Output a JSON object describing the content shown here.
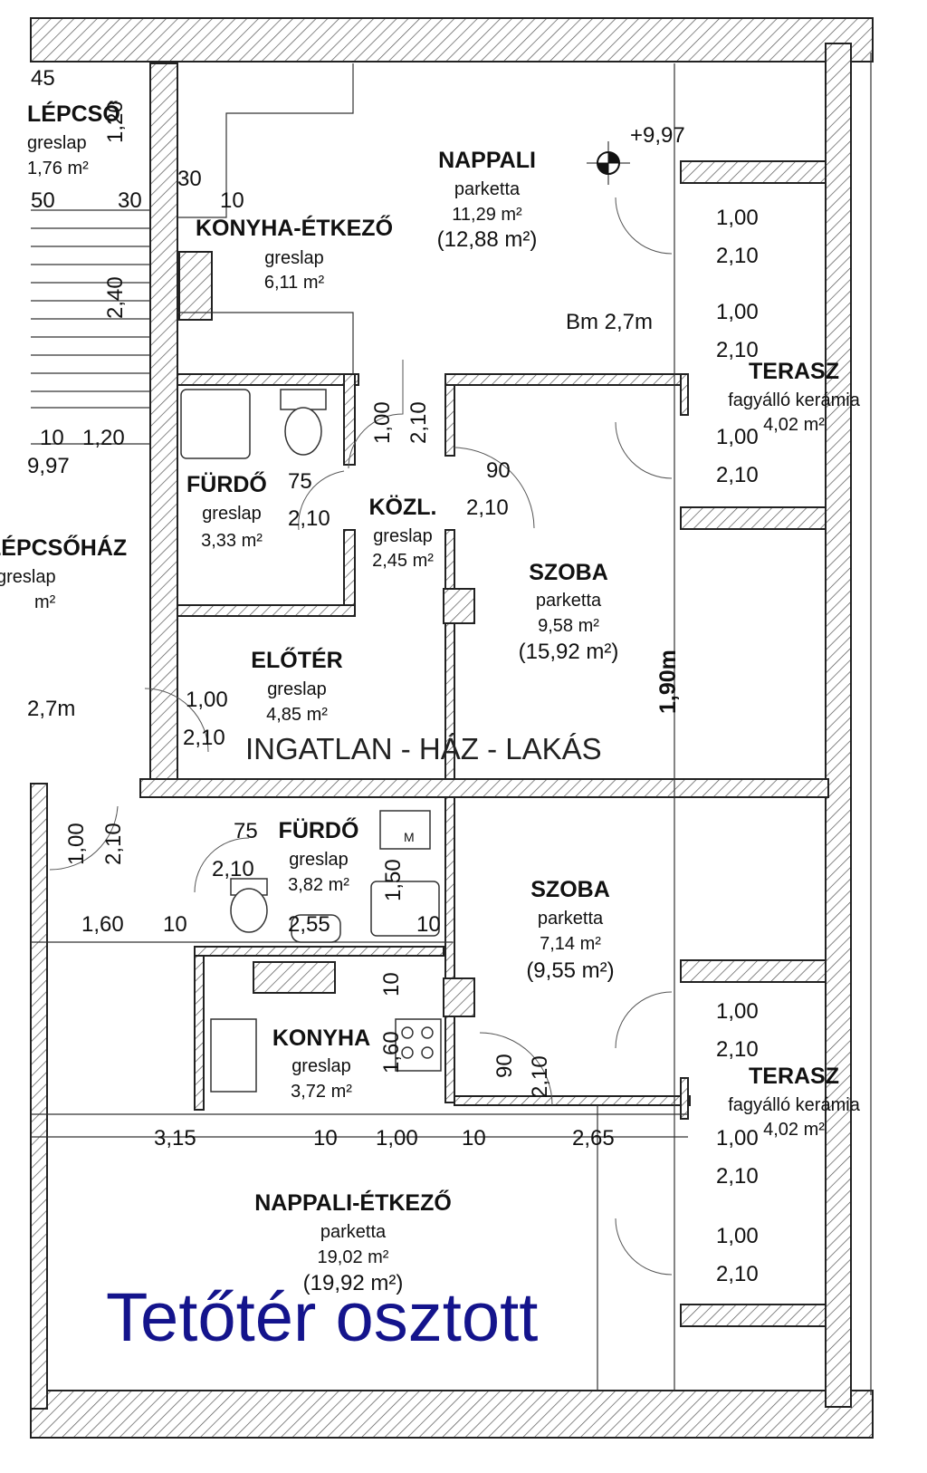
{
  "rooms": {
    "lepcso": {
      "name": "LÉPCSŐ",
      "material": "greslap",
      "area": "1,76 m²",
      "dim_a": "45"
    },
    "nappali": {
      "name": "NAPPALI",
      "material": "parketta",
      "area": "11,29 m²",
      "total": "(12,88 m²)"
    },
    "konyha_etkezo": {
      "name": "KONYHA-ÉTKEZŐ",
      "material": "greslap",
      "area": "6,11 m²"
    },
    "furdo1": {
      "name": "FÜRDŐ",
      "material": "greslap",
      "area": "3,33 m²"
    },
    "kozl": {
      "name": "KÖZL.",
      "material": "greslap",
      "area": "2,45 m²"
    },
    "szoba1": {
      "name": "SZOBA",
      "material": "parketta",
      "area": "9,58 m²",
      "total": "(15,92 m²)"
    },
    "lepcsohaz": {
      "name": "LÉPCSŐHÁZ",
      "material": "greslap",
      "area": "m²"
    },
    "eloter": {
      "name": "ELŐTÉR",
      "material": "greslap",
      "area": "4,85 m²"
    },
    "terasz1": {
      "name": "TERASZ",
      "material": "fagyálló kerámia",
      "area": "4,02 m²"
    },
    "furdo2": {
      "name": "FÜRDŐ",
      "material": "greslap",
      "area": "3,82 m²"
    },
    "szoba2": {
      "name": "SZOBA",
      "material": "parketta",
      "area": "7,14 m²",
      "total": "(9,55 m²)"
    },
    "konyha": {
      "name": "KONYHA",
      "material": "greslap",
      "area": "3,72 m²"
    },
    "terasz2": {
      "name": "TERASZ",
      "material": "fagyálló kerámia",
      "area": "4,02 m²"
    },
    "nappali_etkezo": {
      "name": "NAPPALI-ÉTKEZŐ",
      "material": "parketta",
      "area": "19,02 m²",
      "total": "(19,92 m²)"
    }
  },
  "annotations": {
    "level": "+9,97",
    "level_left": "9,97",
    "bm1": "Bm 2,7m",
    "bm2": "2,7m",
    "height_190": "1,90m",
    "meter_m": "M"
  },
  "dimensions": {
    "d120a": "1,20",
    "d30a": "30",
    "d50": "50",
    "d30b": "30",
    "d10a": "10",
    "d240": "2,40",
    "d10b": "10",
    "d120b": "1,20",
    "d100a": "1,00",
    "d210a": "2,10",
    "d75a": "75",
    "d210b": "2,10",
    "d90a": "90",
    "d210c": "2,10",
    "t1_w1": "1,00",
    "t1_h1": "2,10",
    "t1_w2": "1,00",
    "t1_h2": "2,10",
    "t1_w3": "1,00",
    "t1_h3": "2,10",
    "eloter_w": "1,00",
    "eloter_h": "2,10",
    "left_w": "1,00",
    "left_h": "2,10",
    "d75b": "75",
    "d210d": "2,10",
    "d150": "1,50",
    "m_label": "M",
    "d160a": "1,60",
    "d10c": "10",
    "d255": "2,55",
    "d10d": "10",
    "d10e": "10",
    "d160b": "1,60",
    "d90b": "90",
    "d210e": "2,10",
    "t2_w1": "1,00",
    "t2_h1": "2,10",
    "t2_w2": "1,00",
    "t2_h2": "2,10",
    "t2_w3": "1,00",
    "t2_h3": "2,10",
    "d315": "3,15",
    "d10f": "10",
    "d100b": "1,00",
    "d10g": "10",
    "d265": "2,65"
  },
  "watermark": "INGATLAN - HÁZ - LAKÁS",
  "title": "Tetőtér osztott",
  "colors": {
    "title": "#14148c",
    "wall_line": "#222222",
    "hatch": "#555555"
  }
}
